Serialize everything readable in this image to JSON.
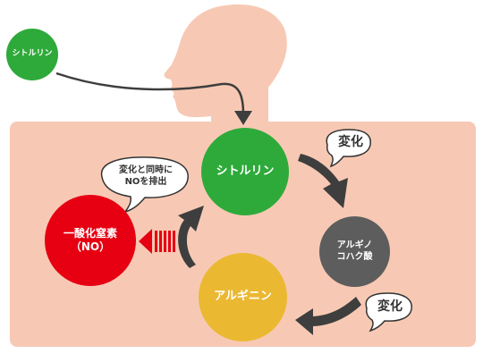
{
  "nodes": {
    "citrulline_small": "シトルリン",
    "citrulline": "シトルリン",
    "argininosuccinate": "アルギノ\nコハク酸",
    "arginine": "アルギニン",
    "nitric_oxide": "一酸化窒素\n（NO）"
  },
  "bubbles": {
    "change_top": "変化",
    "change_bottom": "変化",
    "release": "変化と同時に\nNOを排出"
  },
  "colors": {
    "green": "#2eaa3a",
    "gray": "#5d5d5d",
    "yellow": "#ebb832",
    "red": "#e60012",
    "skin": "#f7c9b4",
    "arrow": "#3e3e3e"
  }
}
